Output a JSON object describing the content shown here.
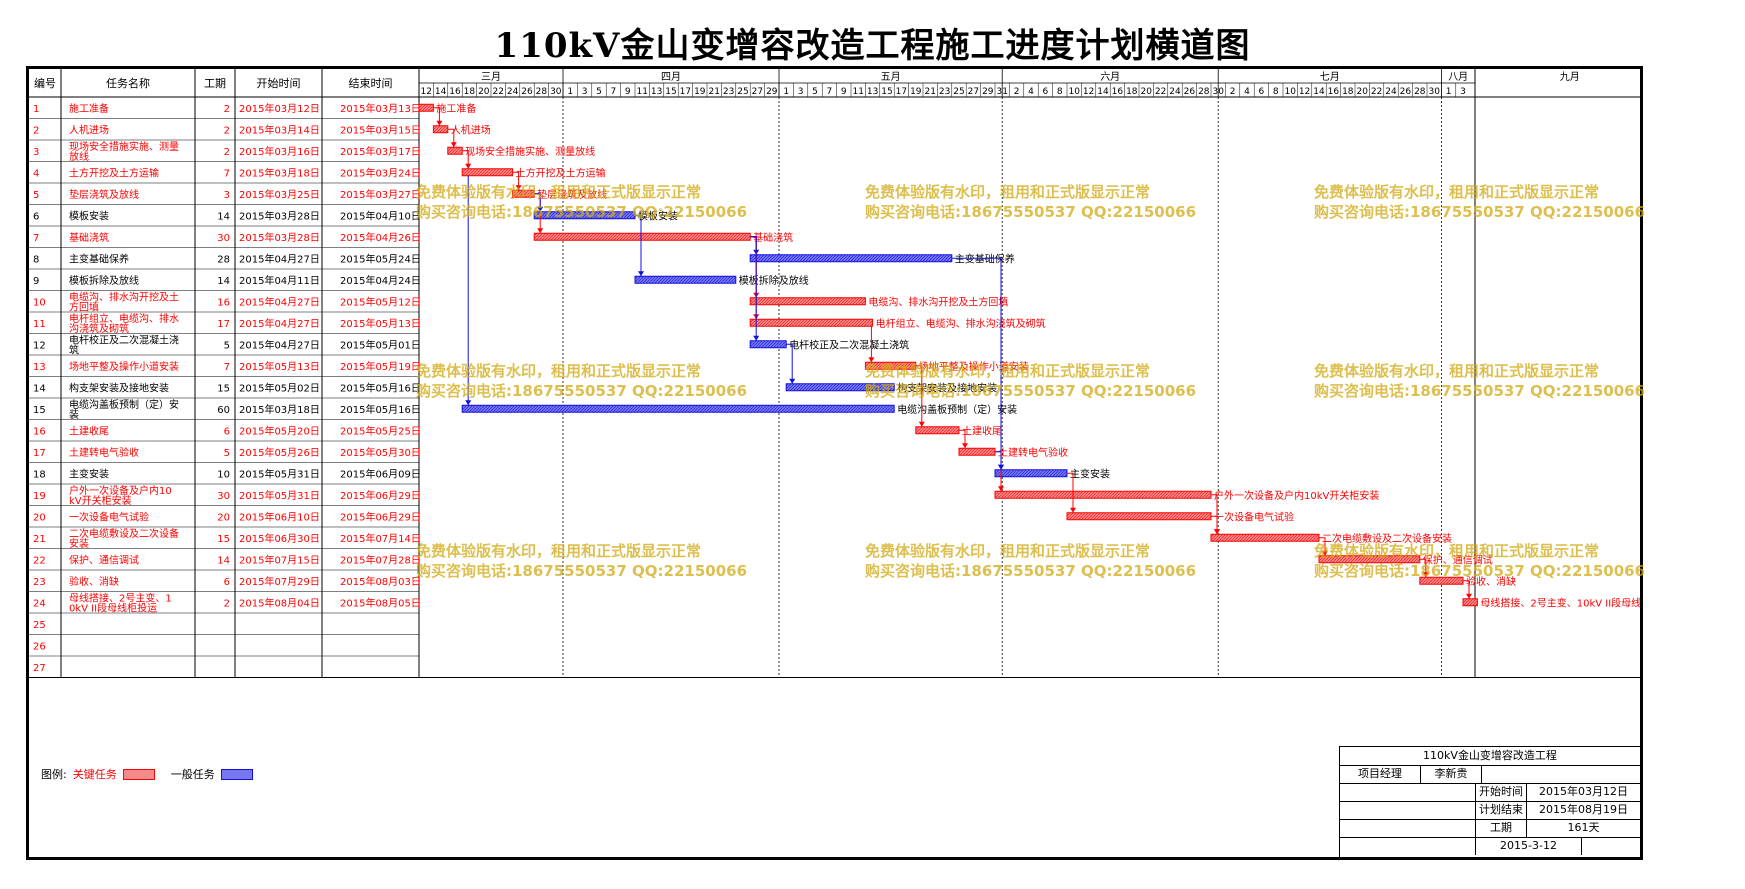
{
  "title": "110kV金山变增容改造工程施工进度计划横道图",
  "headers": {
    "id": "编号",
    "name": "任务名称",
    "duration": "工期",
    "start": "开始时间",
    "end": "结束时间"
  },
  "months": [
    "三月",
    "四月",
    "五月",
    "六月",
    "七月",
    "八月",
    "九月"
  ],
  "colors": {
    "critical": "#ff0000",
    "critical_fill": "#f58a8a",
    "normal": "#1010e0",
    "normal_fill": "#7777ee",
    "watermark": "#d2aa14"
  },
  "chart_data": {
    "type": "gantt",
    "tasks": [
      {
        "id": "1",
        "name": "施工准备",
        "duration": "2",
        "start": "2015年03月12日",
        "end": "2015年03月13日",
        "critical": true
      },
      {
        "id": "2",
        "name": "人机进场",
        "duration": "2",
        "start": "2015年03月14日",
        "end": "2015年03月15日",
        "critical": true
      },
      {
        "id": "3",
        "name": "现场安全措施实施、测量放线",
        "duration": "2",
        "start": "2015年03月16日",
        "end": "2015年03月17日",
        "critical": true
      },
      {
        "id": "4",
        "name": "土方开挖及土方运输",
        "duration": "7",
        "start": "2015年03月18日",
        "end": "2015年03月24日",
        "critical": true
      },
      {
        "id": "5",
        "name": "垫层浇筑及放线",
        "duration": "3",
        "start": "2015年03月25日",
        "end": "2015年03月27日",
        "critical": true
      },
      {
        "id": "6",
        "name": "模板安装",
        "duration": "14",
        "start": "2015年03月28日",
        "end": "2015年04月10日",
        "critical": false
      },
      {
        "id": "7",
        "name": "基础浇筑",
        "duration": "30",
        "start": "2015年03月28日",
        "end": "2015年04月26日",
        "critical": true
      },
      {
        "id": "8",
        "name": "主变基础保养",
        "duration": "28",
        "start": "2015年04月27日",
        "end": "2015年05月24日",
        "critical": false
      },
      {
        "id": "9",
        "name": "模板拆除及放线",
        "duration": "14",
        "start": "2015年04月11日",
        "end": "2015年04月24日",
        "critical": false
      },
      {
        "id": "10",
        "name": "电缆沟、排水沟开挖及土方回填",
        "duration": "16",
        "start": "2015年04月27日",
        "end": "2015年05月12日",
        "critical": true
      },
      {
        "id": "11",
        "name": "电杆组立、电缆沟、排水沟浇筑及砌筑",
        "duration": "17",
        "start": "2015年04月27日",
        "end": "2015年05月13日",
        "critical": true
      },
      {
        "id": "12",
        "name": "电杆校正及二次混凝土浇筑",
        "duration": "5",
        "start": "2015年04月27日",
        "end": "2015年05月01日",
        "critical": false
      },
      {
        "id": "13",
        "name": "场地平整及操作小道安装",
        "duration": "7",
        "start": "2015年05月13日",
        "end": "2015年05月19日",
        "critical": true
      },
      {
        "id": "14",
        "name": "构支架安装及接地安装",
        "duration": "15",
        "start": "2015年05月02日",
        "end": "2015年05月16日",
        "critical": false
      },
      {
        "id": "15",
        "name": "电缆沟盖板预制（定）安装",
        "duration": "60",
        "start": "2015年03月18日",
        "end": "2015年05月16日",
        "critical": false
      },
      {
        "id": "16",
        "name": "土建收尾",
        "duration": "6",
        "start": "2015年05月20日",
        "end": "2015年05月25日",
        "critical": true
      },
      {
        "id": "17",
        "name": "土建转电气验收",
        "duration": "5",
        "start": "2015年05月26日",
        "end": "2015年05月30日",
        "critical": true
      },
      {
        "id": "18",
        "name": "主变安装",
        "duration": "10",
        "start": "2015年05月31日",
        "end": "2015年06月09日",
        "critical": false
      },
      {
        "id": "19",
        "name": "户外一次设备及户内10kV开关柜安装",
        "duration": "30",
        "start": "2015年05月31日",
        "end": "2015年06月29日",
        "critical": true
      },
      {
        "id": "20",
        "name": "一次设备电气试验",
        "duration": "20",
        "start": "2015年06月10日",
        "end": "2015年06月29日",
        "critical": true
      },
      {
        "id": "21",
        "name": "二次电缆敷设及二次设备安装",
        "duration": "15",
        "start": "2015年06月30日",
        "end": "2015年07月14日",
        "critical": true
      },
      {
        "id": "22",
        "name": "保护、通信调试",
        "duration": "14",
        "start": "2015年07月15日",
        "end": "2015年07月28日",
        "critical": true
      },
      {
        "id": "23",
        "name": "验收、消缺",
        "duration": "6",
        "start": "2015年07月29日",
        "end": "2015年08月03日",
        "critical": true
      },
      {
        "id": "24",
        "name": "母线搭接、2号主变、10kV II段母线柜投运",
        "duration": "2",
        "start": "2015年08月04日",
        "end": "2015年08月05日",
        "critical": true
      }
    ],
    "empty_rows": [
      "25",
      "26",
      "27"
    ]
  },
  "legend": {
    "label": "图例:",
    "critical": "关键任务",
    "normal": "一般任务"
  },
  "info": {
    "project": "110kV金山变增容改造工程",
    "manager_label": "项目经理",
    "manager": "李新贵",
    "start_label": "开始时间",
    "start": "2015年03月12日",
    "end_label": "计划结束",
    "end": "2015年08月19日",
    "duration_label": "工期",
    "duration": "161天",
    "date": "2015-3-12"
  },
  "watermark": {
    "line1": "免费体验版有水印，租用和正式版显示正常",
    "line2": "购买咨询电话:18675550537 QQ:22150066"
  }
}
